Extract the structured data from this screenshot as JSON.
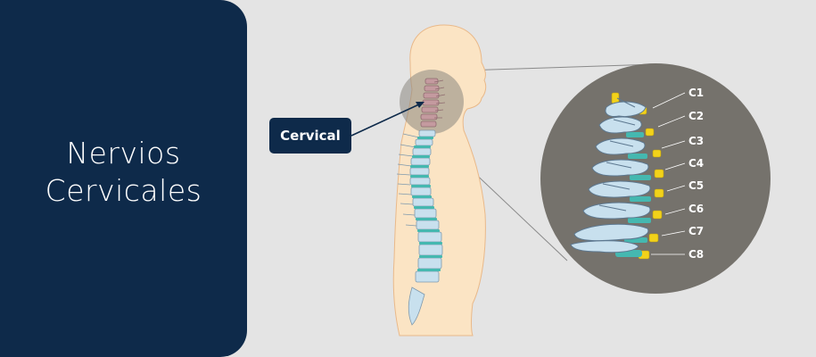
{
  "title": {
    "line1": "Nervios",
    "line2": "Cervicales"
  },
  "callout": {
    "label": "Cervical"
  },
  "nerves": [
    "C1",
    "C2",
    "C3",
    "C4",
    "C5",
    "C6",
    "C7",
    "C8"
  ],
  "colors": {
    "panel": "#0e2a4a",
    "background": "#e4e4e4",
    "body": "#fbe4c4",
    "vertebra": "#c8e0ee",
    "disc": "#45b8b0",
    "cervical_vertebra": "#c49a9f",
    "nerve": "#f2d21a",
    "zoom_circle": "#75726c"
  }
}
